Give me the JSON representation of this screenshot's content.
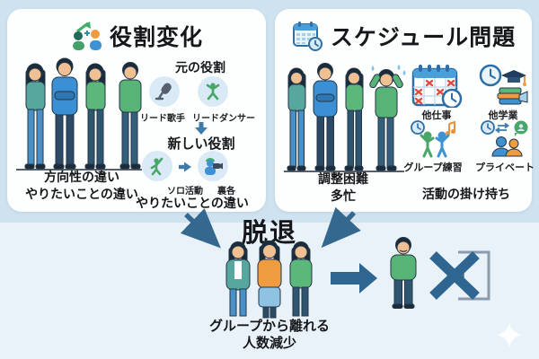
{
  "left_panel": {
    "title": "役割変化",
    "group_caption_line1": "方向性の違い",
    "group_caption_line2": "やりたいことの違い",
    "original_role_heading": "元の役割",
    "original_roles": [
      {
        "label": "リード歌手",
        "icon": "microphone-icon"
      },
      {
        "label": "リードダンサー",
        "icon": "dancer-icon"
      }
    ],
    "new_role_heading": "新しい役割",
    "new_roles": [
      {
        "label": "ソロ活動",
        "icon": "solo-person-icon"
      },
      {
        "label": "裏各",
        "icon": "camera-person-icon"
      }
    ],
    "new_role_caption": "やりたいことの違い"
  },
  "right_panel": {
    "title": "スケジュール問題",
    "group_caption_line1": "調整困難",
    "group_caption_line2": "多忙",
    "items": [
      {
        "label": "他仕事",
        "icon": "calendar-x-clock-icon"
      },
      {
        "label": "他学業",
        "icon": "clock-gradcap-books-icon"
      },
      {
        "label": "グループ練習",
        "icon": "practice-people-icon"
      },
      {
        "label": "プライベート",
        "icon": "private-people-icon"
      }
    ],
    "footer_caption": "活動の掛け持ち"
  },
  "bottom": {
    "title": "脱退",
    "caption_line1": "グループから離れる",
    "caption_line2": "人数減少"
  },
  "colors": {
    "background_top": "#cfe2ef",
    "background_bottom": "#e9f2f8",
    "panel": "#fdfefe",
    "arrow": "#35688f",
    "steel_blue": "#3a7199",
    "green": "#54b277",
    "blue": "#3f92d2",
    "teal": "#57a79e",
    "orange": "#ef9b40",
    "red_x": "#e04b3f",
    "icon_circle_bg": "#d9eaf6",
    "text": "#15171a"
  }
}
